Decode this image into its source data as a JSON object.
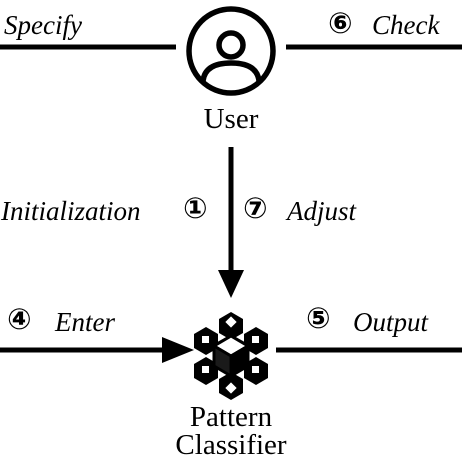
{
  "nodes": {
    "user": {
      "label": "User",
      "icon": "user-icon"
    },
    "classifier": {
      "label_line1": "Pattern",
      "label_line2": "Classifier",
      "icon": "cube-network-icon"
    }
  },
  "edges": {
    "specify": {
      "label": "Specify"
    },
    "check": {
      "step": "⑥",
      "label": "Check"
    },
    "initialization": {
      "label": "Initialization",
      "step": "①"
    },
    "adjust": {
      "step": "⑦",
      "label": "Adjust"
    },
    "enter": {
      "step": "④",
      "label": "Enter"
    },
    "output": {
      "step": "⑤",
      "label": "Output"
    }
  }
}
